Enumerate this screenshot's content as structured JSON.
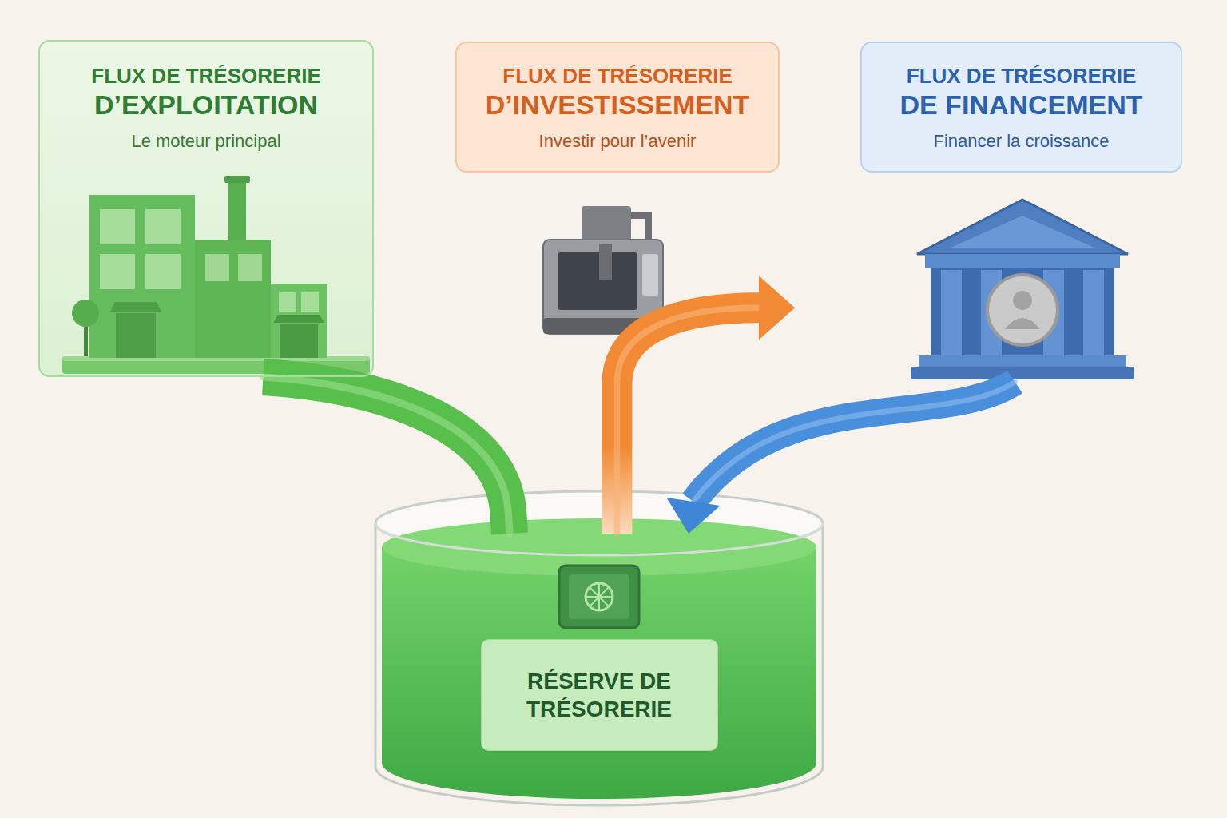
{
  "diagram": {
    "nodes": [
      {
        "text": [
          "FLUX DE TRÉSORERIE",
          "D’EXPLOITATION",
          "Le moteur principal"
        ]
      },
      {
        "text": [
          "FLUX DE TRÉSORERIE",
          "D’INVESTISSEMENT",
          "Investir pour l’avenir"
        ]
      },
      {
        "text": [
          "FLUX DE TRÉSORERIE",
          "DE FINANCEMENT",
          "Financer la croissance"
        ]
      },
      {
        "text": [
          "RÉSERVE DE TRÉSORERIE"
        ]
      }
    ],
    "edges": [
      {
        "from": 0,
        "to": 3,
        "arrow": "none"
      },
      {
        "from": 3,
        "to": 1,
        "arrow": "to"
      },
      {
        "from": 2,
        "to": 3,
        "arrow": "to"
      }
    ]
  }
}
